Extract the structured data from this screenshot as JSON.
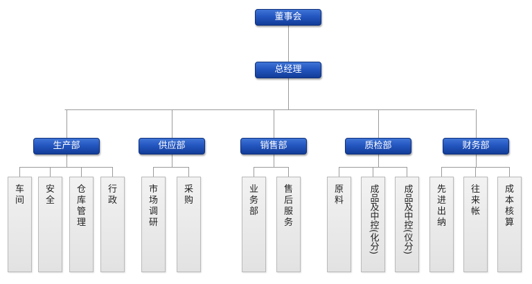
{
  "top": "董事会",
  "manager": "总经理",
  "departments": [
    {
      "name": "生产部",
      "subs": [
        "车间",
        "安全",
        "仓库管理",
        "行政"
      ]
    },
    {
      "name": "供应部",
      "subs": [
        "市场调研",
        "采购"
      ]
    },
    {
      "name": "销售部",
      "subs": [
        "业务部",
        "售后服务"
      ]
    },
    {
      "name": "质检部",
      "subs": [
        "原料",
        "成品及中控(化分)",
        "成品及中控(仪分)"
      ]
    },
    {
      "name": "财务部",
      "subs": [
        "先进出纳",
        "往来帐",
        "成本核算"
      ]
    }
  ],
  "colors": {
    "node": "#2456c0",
    "line": "#9a9a9a",
    "leaf": "#e8e8e8"
  }
}
